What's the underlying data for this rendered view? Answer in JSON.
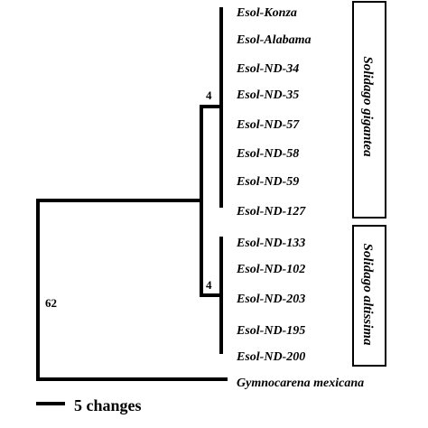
{
  "tree": {
    "gigantea_taxa": [
      "Esol-Konza",
      "Esol-Alabama",
      "Esol-ND-34",
      "Esol-ND-35",
      "Esol-ND-57",
      "Esol-ND-58",
      "Esol-ND-59",
      "Esol-ND-127"
    ],
    "altissima_taxa": [
      "Esol-ND-133",
      "Esol-ND-102",
      "Esol-ND-203",
      "Esol-ND-195",
      "Esol-ND-200"
    ],
    "outgroup": "Gymnocarena mexicana",
    "support_gigantea": "4",
    "support_altissima": "4",
    "support_root": "62"
  },
  "groups": {
    "gigantea": "Solidago gigantea",
    "altissima": "Solidago altissima"
  },
  "scale": {
    "label": "5 changes"
  }
}
